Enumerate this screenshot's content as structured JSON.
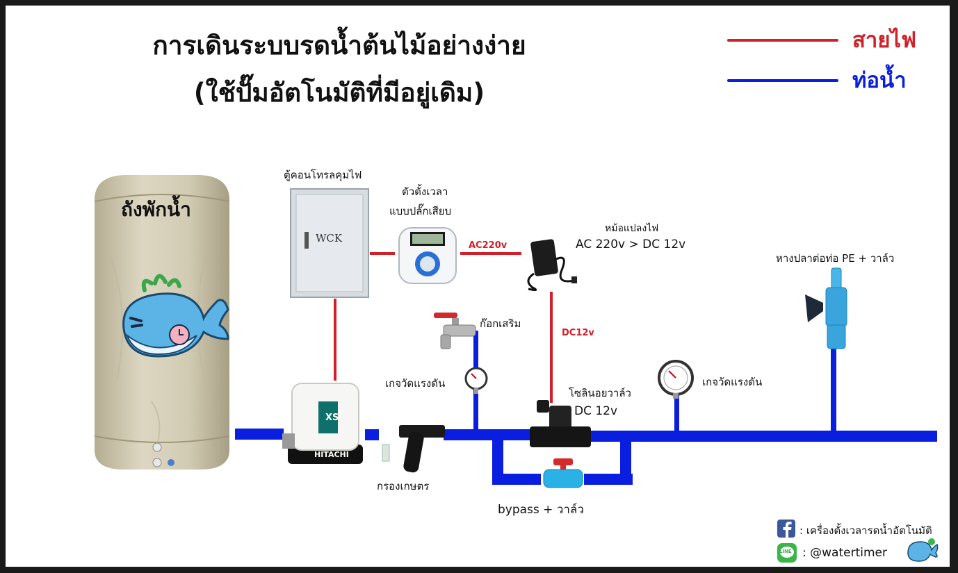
{
  "title": {
    "line1": "การเดินระบบรดน้ำต้นไม้อย่างง่าย",
    "line2": "(ใช้ปั๊มอัตโนมัติที่มีอยู่เดิม)"
  },
  "legend": {
    "wire_label": "สายไฟ",
    "pipe_label": "ท่อน้ำ",
    "wire_color": "#d0202a",
    "pipe_color": "#0a1ee0"
  },
  "labels": {
    "tank": "ถังพักน้ำ",
    "control_box": "ตู้คอนโทรลคุมไฟ",
    "control_box_brand": "WCK",
    "timer_line1": "ตัวตั้งเวลา",
    "timer_line2": "แบบปลั๊กเสียบ",
    "adapter_line1": "หม้อแปลงไฟ",
    "adapter_line2": "AC 220v > DC 12v",
    "ac_wire": "AC220v",
    "dc_wire": "DC12v",
    "faucet": "ก๊อกเสริม",
    "gauge_left": "เกจวัดแรงดัน",
    "gauge_right": "เกจวัดแรงดัน",
    "solenoid_line1": "โซลินอยวาล์ว",
    "solenoid_line2": "DC 12v",
    "pe_fitting": "หางปลาต่อท่อ PE + วาล์ว",
    "filter": "กรองเกษตร",
    "bypass": "bypass + วาล์ว",
    "pump_brand": "HITACHI",
    "pump_model": "XS"
  },
  "footer": {
    "facebook_text": ": เครื่องตั้งเวลารดน้ำอัตโนมัติ",
    "line_text": ": @watertimer",
    "line_icon_text": "LINE"
  },
  "icons": [
    "facebook-icon",
    "line-icon",
    "whale-mascot-icon",
    "water-tank-icon",
    "pump-icon",
    "control-box-icon",
    "timer-plug-icon",
    "power-adapter-icon",
    "faucet-icon",
    "pressure-gauge-icon",
    "solenoid-valve-icon",
    "ball-valve-icon",
    "filter-icon",
    "pe-fitting-valve-icon"
  ]
}
